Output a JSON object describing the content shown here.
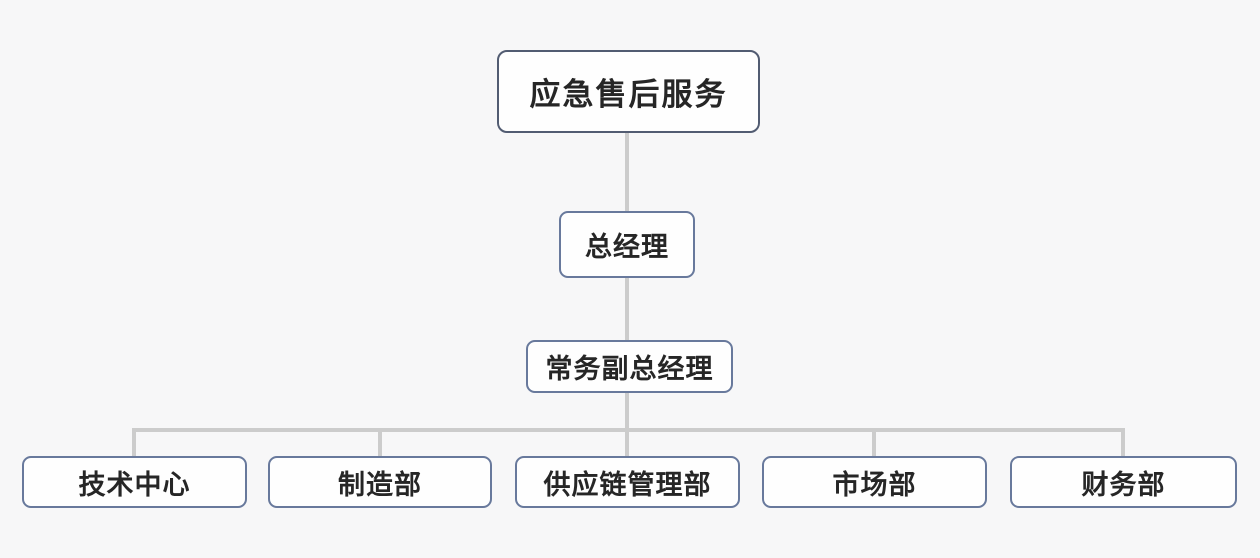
{
  "diagram": {
    "type": "org-chart",
    "levels": 4,
    "nodes": {
      "root": "应急售后服务",
      "general_manager": "总经理",
      "executive_deputy_general_manager": "常务副总经理"
    },
    "departments": [
      "技术中心",
      "制造部",
      "供应链管理部",
      "市场部",
      "财务部"
    ]
  },
  "colors": {
    "bg": "#f7f7f8",
    "node-bg": "#fefefe",
    "root-border": "#525c72",
    "mid-border": "#68799c",
    "line": "#cccccc",
    "text": "#262626"
  }
}
